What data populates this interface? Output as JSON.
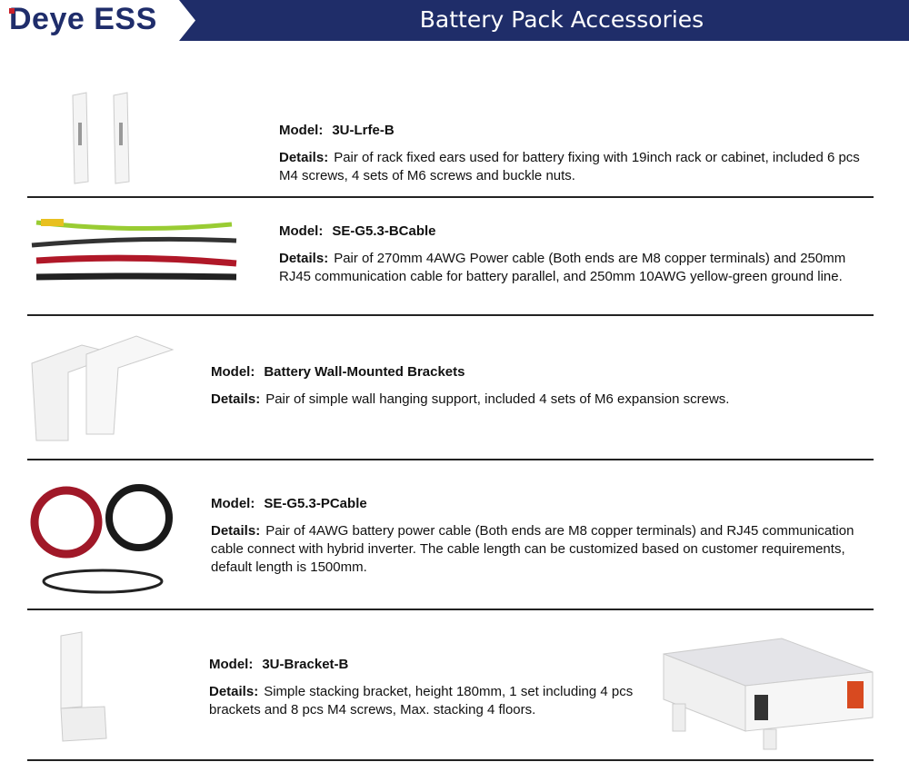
{
  "header": {
    "logo": "Deye ESS",
    "title": "Battery Pack Accessories"
  },
  "labels": {
    "model": "Model:",
    "details": "Details:"
  },
  "items": [
    {
      "model": "3U-Lrfe-B",
      "details": "Pair of rack fixed ears used for battery fixing with 19inch rack or cabinet, included 6 pcs M4 screws, 4 sets of M6 screws and buckle nuts."
    },
    {
      "model": "SE-G5.3-BCable",
      "details": "Pair of 270mm 4AWG Power cable (Both ends are M8 copper terminals) and 250mm RJ45 communication cable for battery parallel, and 250mm 10AWG yellow-green ground line."
    },
    {
      "model": "Battery Wall-Mounted Brackets",
      "details": "Pair of simple wall hanging support, included 4 sets of M6 expansion screws."
    },
    {
      "model": "SE-G5.3-PCable",
      "details": "Pair of 4AWG battery power cable (Both ends are M8 copper terminals) and RJ45 communication cable connect with hybrid inverter. The cable length can be customized based on customer requirements, default length is 1500mm."
    },
    {
      "model": "3U-Bracket-B",
      "details": "Simple stacking bracket, height 180mm, 1 set including 4 pcs brackets and 8 pcs M4 screws, Max. stacking 4 floors."
    }
  ]
}
